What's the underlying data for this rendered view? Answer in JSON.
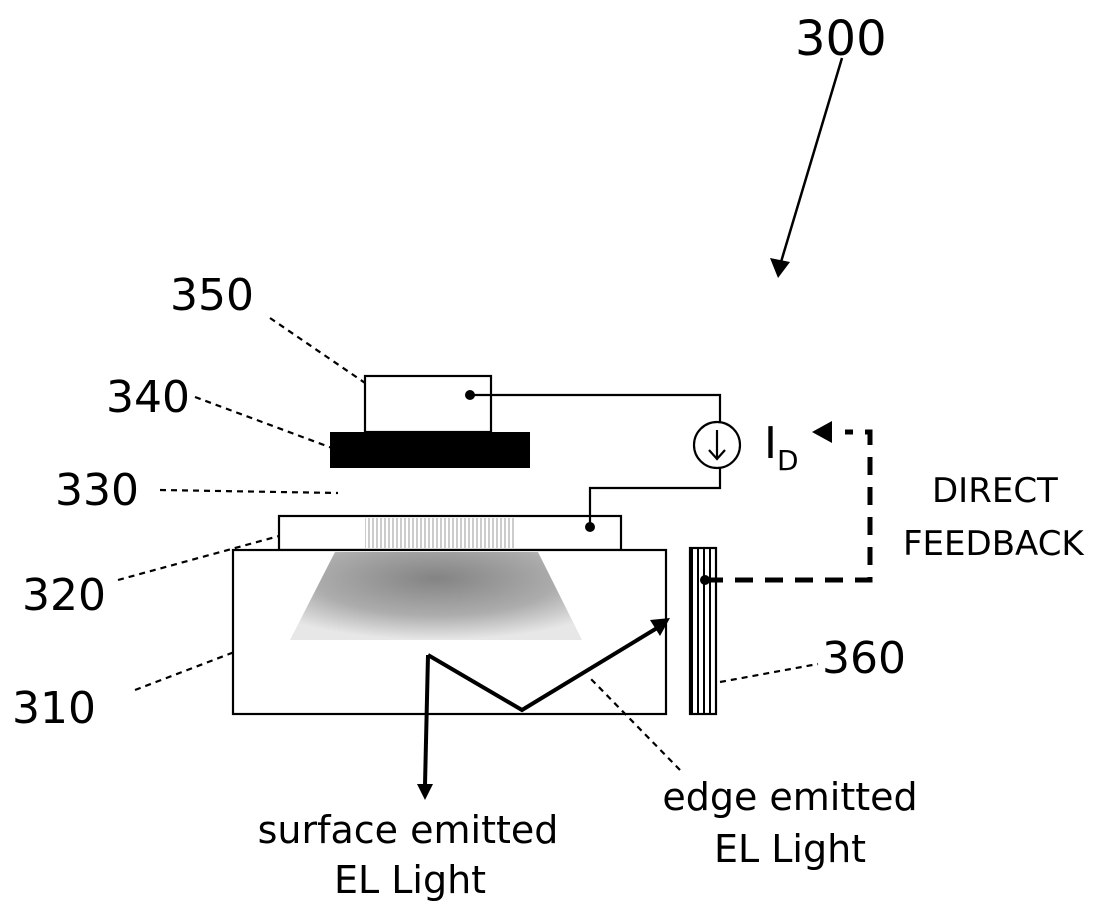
{
  "figure": {
    "number": "300"
  },
  "labels": {
    "ref_350": "350",
    "ref_340": "340",
    "ref_330": "330",
    "ref_320": "320",
    "ref_310": "310",
    "ref_360": "360",
    "current_symbol": "I",
    "current_subscript": "D",
    "feedback_line1": "DIRECT",
    "feedback_line2": "FEEDBACK",
    "surface_line1": "surface emitted",
    "surface_line2": "EL Light",
    "edge_line1": "edge emitted",
    "edge_line2": "EL Light"
  },
  "colors": {
    "ink": "#000000",
    "paper": "#ffffff",
    "emission_glow": "#9a9a9a"
  }
}
